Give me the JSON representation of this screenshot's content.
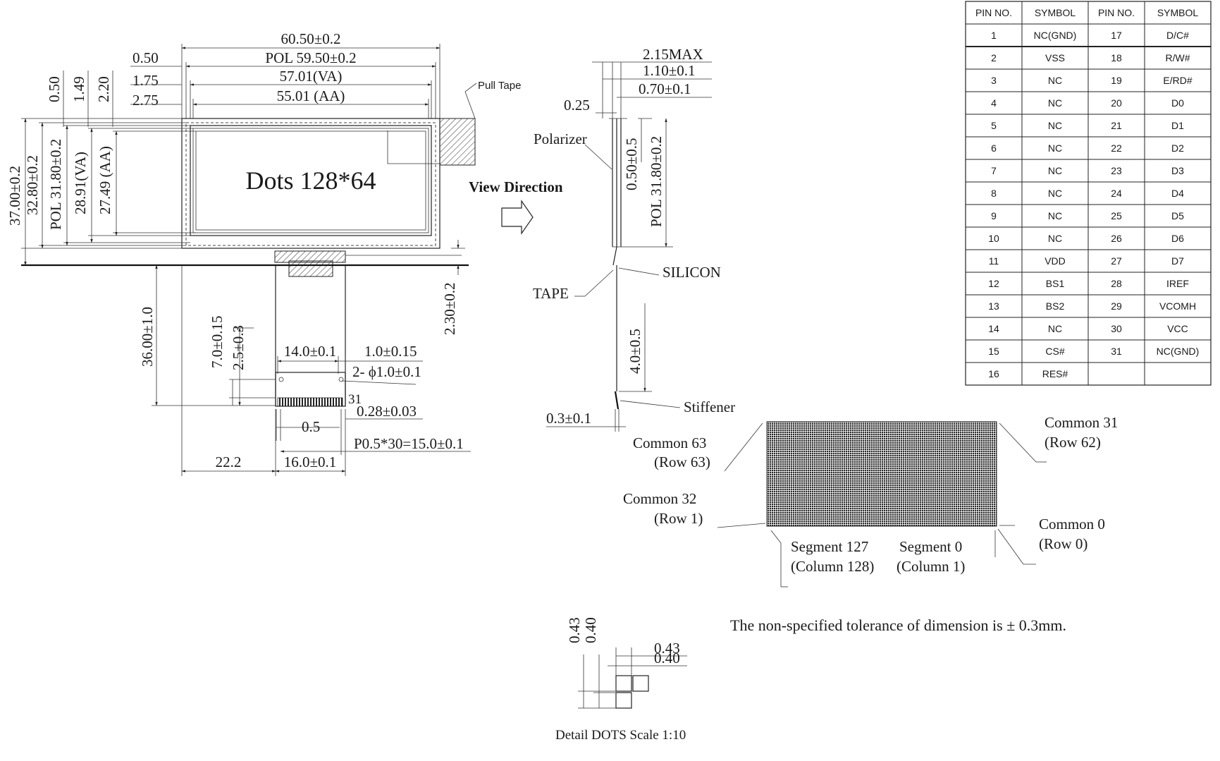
{
  "front_view": {
    "panel_label": "Dots 128*64",
    "dims_top": {
      "outline": "60.50±0.2",
      "pol": "POL 59.50±0.2",
      "va": "57.01(VA)",
      "aa": "55.01 (AA)",
      "left_offsets": [
        "0.50",
        "1.75",
        "2.75"
      ]
    },
    "dims_vert_top": [
      "0.50",
      "1.49",
      "2.20"
    ],
    "dims_left": [
      "37.00±0.2",
      "32.80±0.2",
      "POL 31.80±0.2",
      "28.91(VA)",
      "27.49 (AA)"
    ],
    "pull_tape": "Pull Tape",
    "fpc_length": "36.00±1.0",
    "fpc_thickness": "2.30±0.2",
    "fpc_dims": {
      "width_14": "14.0±0.1",
      "offset_1": "1.0±0.15",
      "holes": "2- ϕ1.0±0.1",
      "pin_width": "0.28±0.03",
      "pitch_05": "0.5",
      "pitch_total": "P0.5*30=15.0±0.1",
      "v_7": "7.0±0.15",
      "v_25": "2.5±0.3",
      "pin31": "31",
      "left_222": "22.2",
      "width_16": "16.0±0.1"
    }
  },
  "side_view": {
    "view_direction": "View Direction",
    "dims": [
      "2.15MAX",
      "1.10±0.1",
      "0.70±0.1",
      "0.25"
    ],
    "polarizer": "Polarizer",
    "v_050": "0.50±0.5",
    "v_pol": "POL 31.80±0.2",
    "silicon": "SILICON",
    "tape": "TAPE",
    "v_40": "4.0±0.5",
    "stiffener": "Stiffener",
    "h_03": "0.3±0.1"
  },
  "matrix": {
    "labels": {
      "common63": "Common 63",
      "row63": "(Row 63)",
      "common31": "Common 31",
      "row62": "(Row 62)",
      "common32": "Common 32",
      "row1": "(Row 1)",
      "common0": "Common 0",
      "row0": "(Row 0)",
      "seg127": "Segment 127",
      "col128": "(Column 128)",
      "seg0": "Segment 0",
      "col1": "(Column 1)"
    }
  },
  "note": "The non-specified tolerance of dimension is ± 0.3mm.",
  "detail": {
    "caption": "Detail DOTS  Scale 1:10",
    "v1": "0.43",
    "v2": "0.40",
    "h1": "0.43",
    "h2": "0.40"
  },
  "pin_table": {
    "headers": [
      "PIN NO.",
      "SYMBOL",
      "PIN NO.",
      "SYMBOL"
    ],
    "rows": [
      [
        "1",
        "NC(GND)",
        "17",
        "D/C#"
      ],
      [
        "2",
        "VSS",
        "18",
        "R/W#"
      ],
      [
        "3",
        "NC",
        "19",
        "E/RD#"
      ],
      [
        "4",
        "NC",
        "20",
        "D0"
      ],
      [
        "5",
        "NC",
        "21",
        "D1"
      ],
      [
        "6",
        "NC",
        "22",
        "D2"
      ],
      [
        "7",
        "NC",
        "23",
        "D3"
      ],
      [
        "8",
        "NC",
        "24",
        "D4"
      ],
      [
        "9",
        "NC",
        "25",
        "D5"
      ],
      [
        "10",
        "NC",
        "26",
        "D6"
      ],
      [
        "11",
        "VDD",
        "27",
        "D7"
      ],
      [
        "12",
        "BS1",
        "28",
        "IREF"
      ],
      [
        "13",
        "BS2",
        "29",
        "VCOMH"
      ],
      [
        "14",
        "NC",
        "30",
        "VCC"
      ],
      [
        "15",
        "CS#",
        "31",
        "NC(GND)"
      ],
      [
        "16",
        "RES#",
        "",
        ""
      ]
    ]
  }
}
